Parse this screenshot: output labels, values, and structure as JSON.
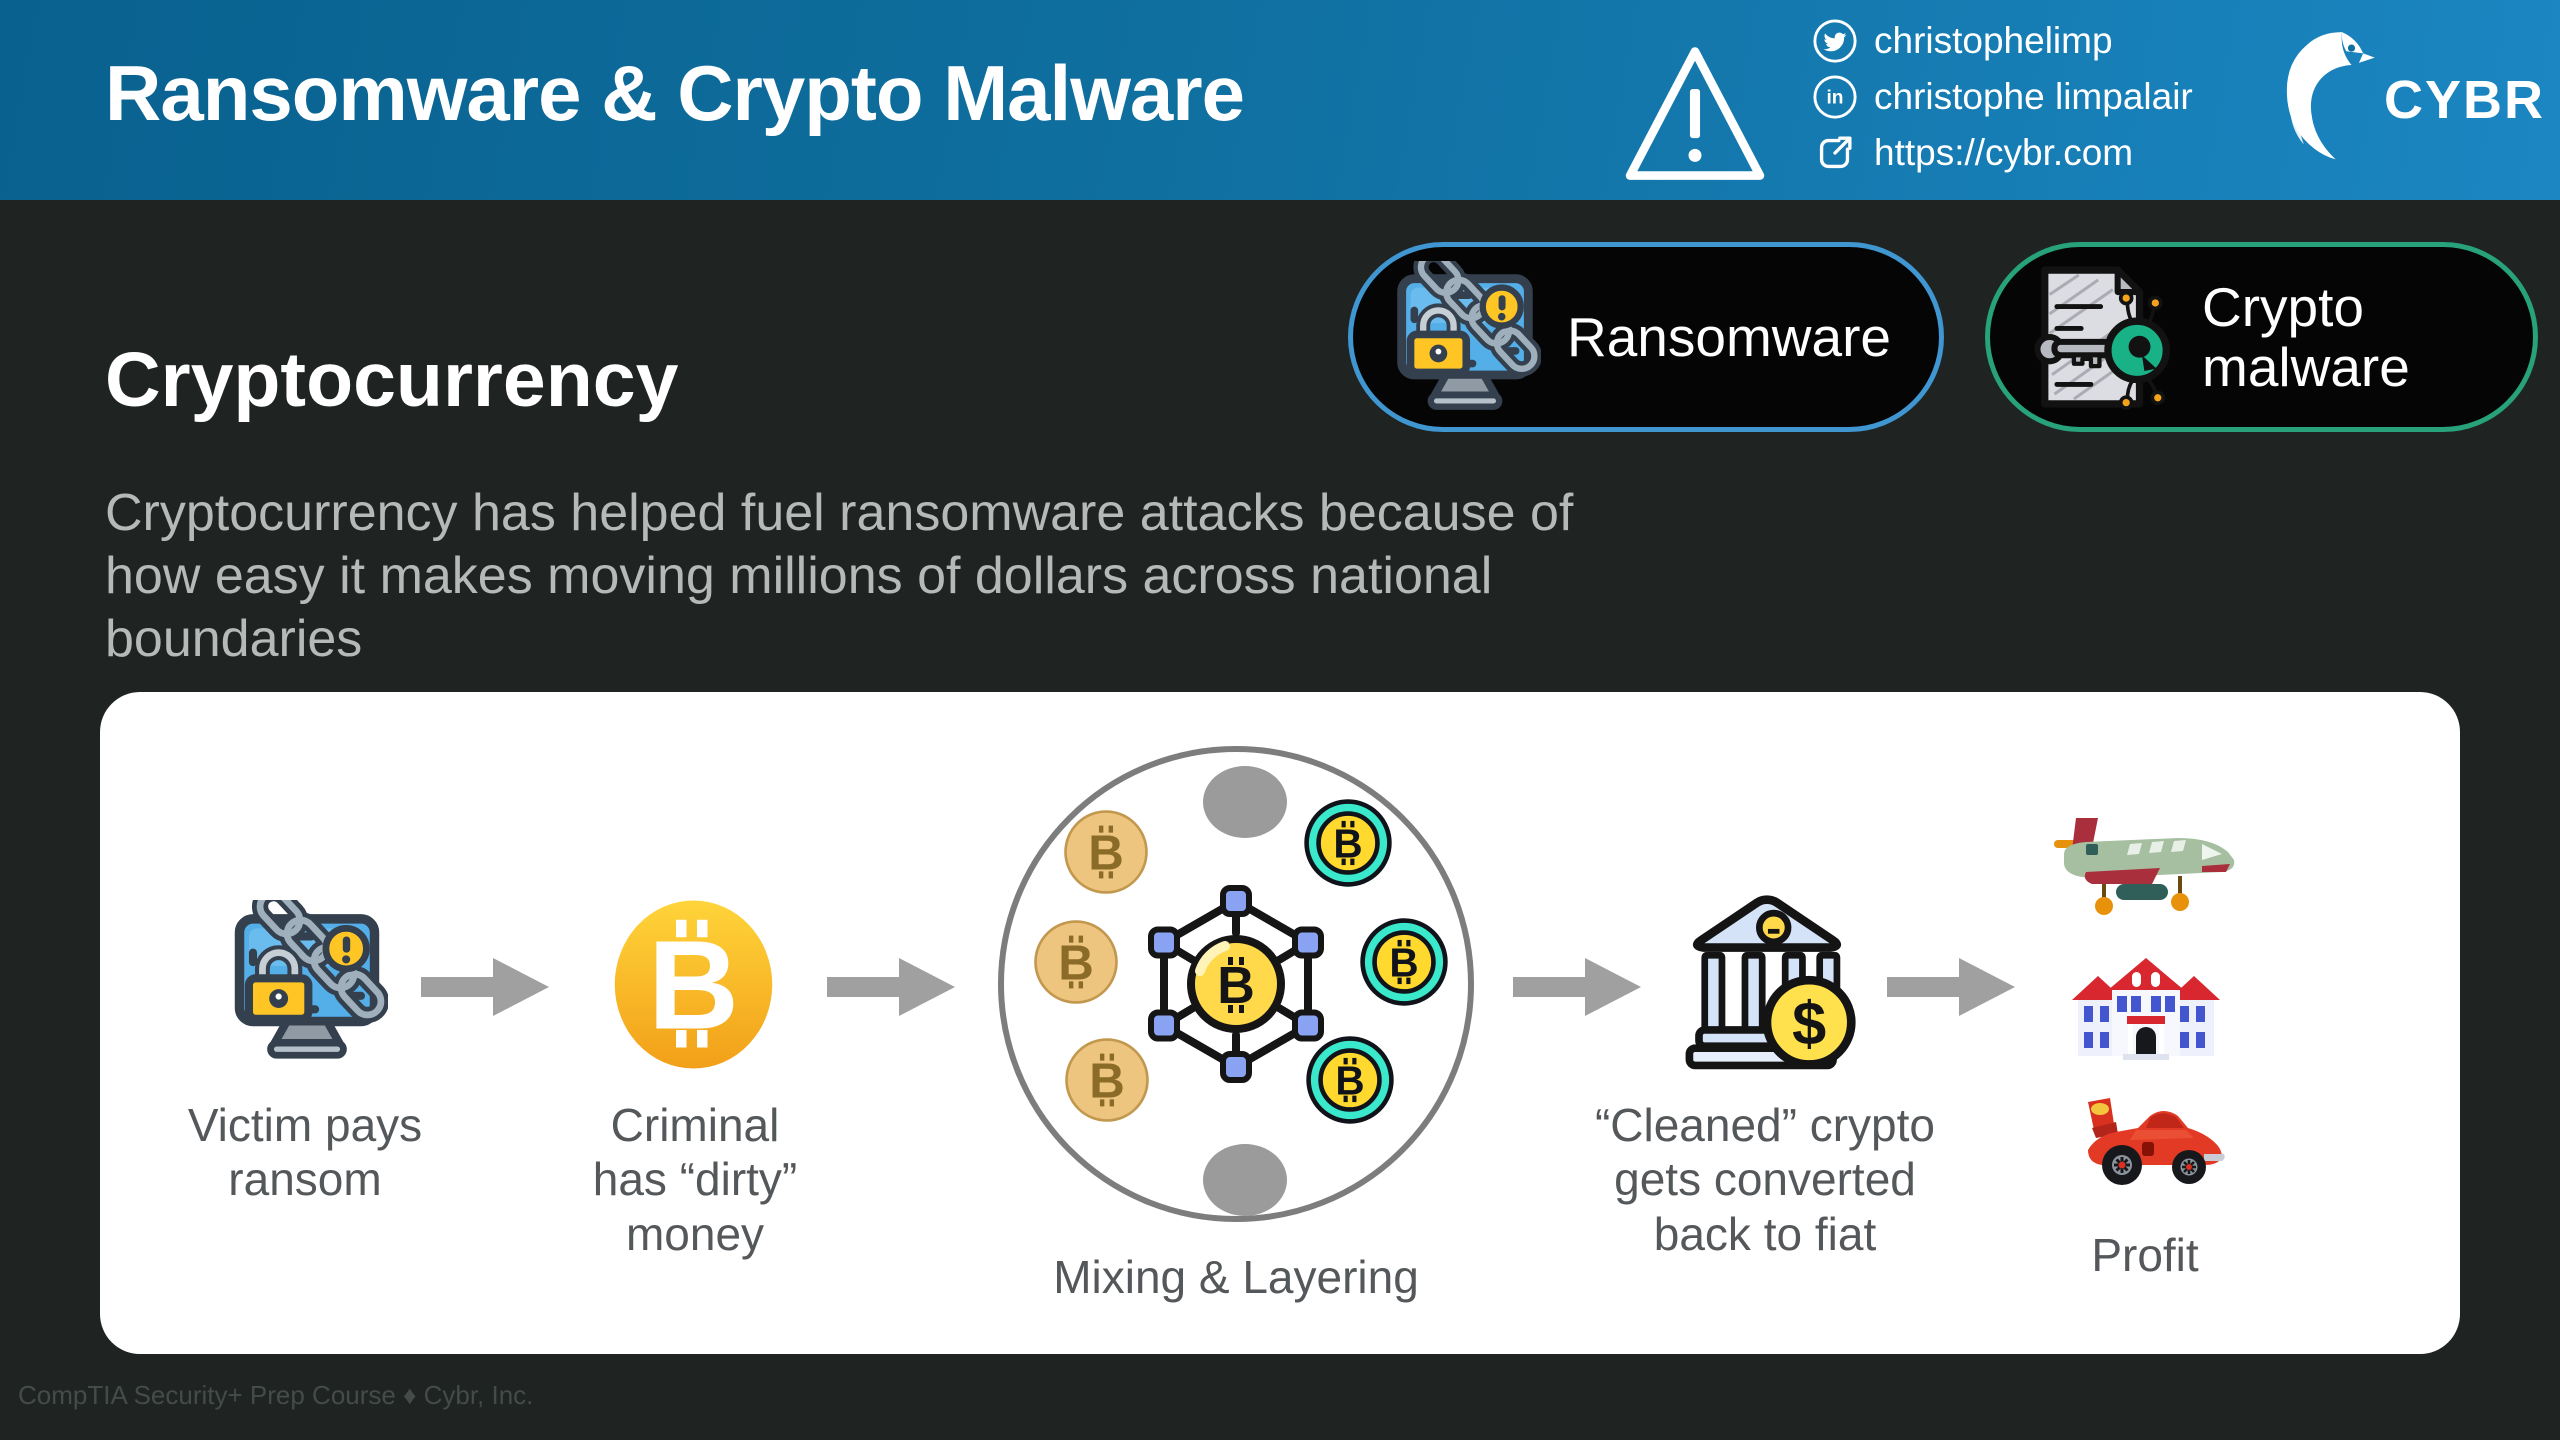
{
  "header": {
    "title": "Ransomware & Crypto Malware",
    "social": {
      "twitter": "christophelimp",
      "linkedin": "christophe limpalair",
      "website": "https://cybr.com"
    },
    "logo_text": "CYBR",
    "colors": {
      "gradient_left": "#09618f",
      "gradient_right": "#1b86c2"
    }
  },
  "pills": [
    {
      "label": "Ransomware",
      "icon": "ransomware-computer-icon",
      "border_color": "#3f96d1"
    },
    {
      "label": "Crypto malware",
      "icon": "document-key-icon",
      "border_color": "#27a27a"
    }
  ],
  "section": {
    "heading": "Cryptocurrency",
    "paragraph_lines": [
      "Cryptocurrency has helped fuel ransomware attacks because of",
      "how easy it makes moving millions of dollars across national",
      "boundaries"
    ]
  },
  "diagram": {
    "arrow_color": "#a0a0a0",
    "steps": [
      {
        "label": "Victim pays ransom",
        "icon": "ransomware-computer-icon"
      },
      {
        "label": "Criminal has “dirty” money",
        "icon": "bitcoin-coin-icon"
      },
      {
        "label": "Mixing & Layering",
        "icon": "mixing-circle-graphic"
      },
      {
        "label": "“Cleaned” crypto gets converted back to fiat",
        "icon": "bank-dollar-icon"
      },
      {
        "label": "Profit",
        "icons": [
          "private-jet-icon",
          "mansion-icon",
          "race-car-icon"
        ]
      }
    ]
  },
  "footer": {
    "text": "CompTIA Security+ Prep Course ♦ Cybr, Inc."
  }
}
